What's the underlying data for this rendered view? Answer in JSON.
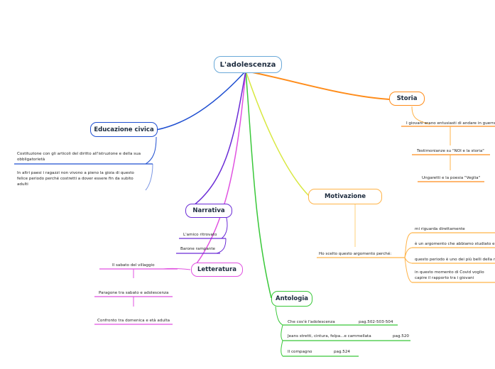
{
  "root": {
    "label": "L'adolescenza"
  },
  "branches": {
    "storia": {
      "label": "Storia",
      "items": [
        "I giovani erano entusiasti di andare in guerra",
        "Testimonianze su \"NOI e la storia\"",
        "Ungaretti e la poesia \"Veglia\""
      ]
    },
    "educazione": {
      "label": "Educazione civica",
      "items": [
        "Costituzione con gli articoli del diritto all'istruzione e della sua obbligatorietà",
        "In altri paesi i ragazzi non vivono a pieno la gioia di questo felice periodo perché costretti a dover essere fin da subito adulti"
      ]
    },
    "narrativa": {
      "label": "Narrativa",
      "items": [
        "L'amico ritrovato",
        "Barone rampante"
      ]
    },
    "letteratura": {
      "label": "Letteratura",
      "items": [
        "Il sabato del villaggio",
        "Paragone tra sabato e adolescenza",
        "Confronto tra domenica e età adulta"
      ]
    },
    "motivazione": {
      "label": "Motivazione",
      "intro": "Ho scelto questo argomento perché:",
      "items": [
        "mi riguarda direttamente",
        "è un argomento che abbiamo studiato e approfondito",
        "questo periodo è uno dei più belli della mia vita",
        "in questo momento di Covid voglio capire il rapporto tra i giovani"
      ]
    },
    "antologia": {
      "label": "Antologia",
      "items": [
        {
          "text": "Che cos'è l'adolescenza",
          "page": "pag.502-503-504"
        },
        {
          "text": "Jeans stretti, cintura, felpa...e cammellata",
          "page": "pag.520"
        },
        {
          "text": "Il compagno",
          "page": "pag.524"
        }
      ]
    }
  },
  "colors": {
    "root_border": "#6aa9d8",
    "storia": "#ff8c1a",
    "motivazione": "#ffb347",
    "antologia": "#39c839",
    "letteratura": "#e050e0",
    "narrativa": "#6a2bd6",
    "educazione": "#1f4fd1",
    "motivazione_trunk": "#d8e840"
  }
}
